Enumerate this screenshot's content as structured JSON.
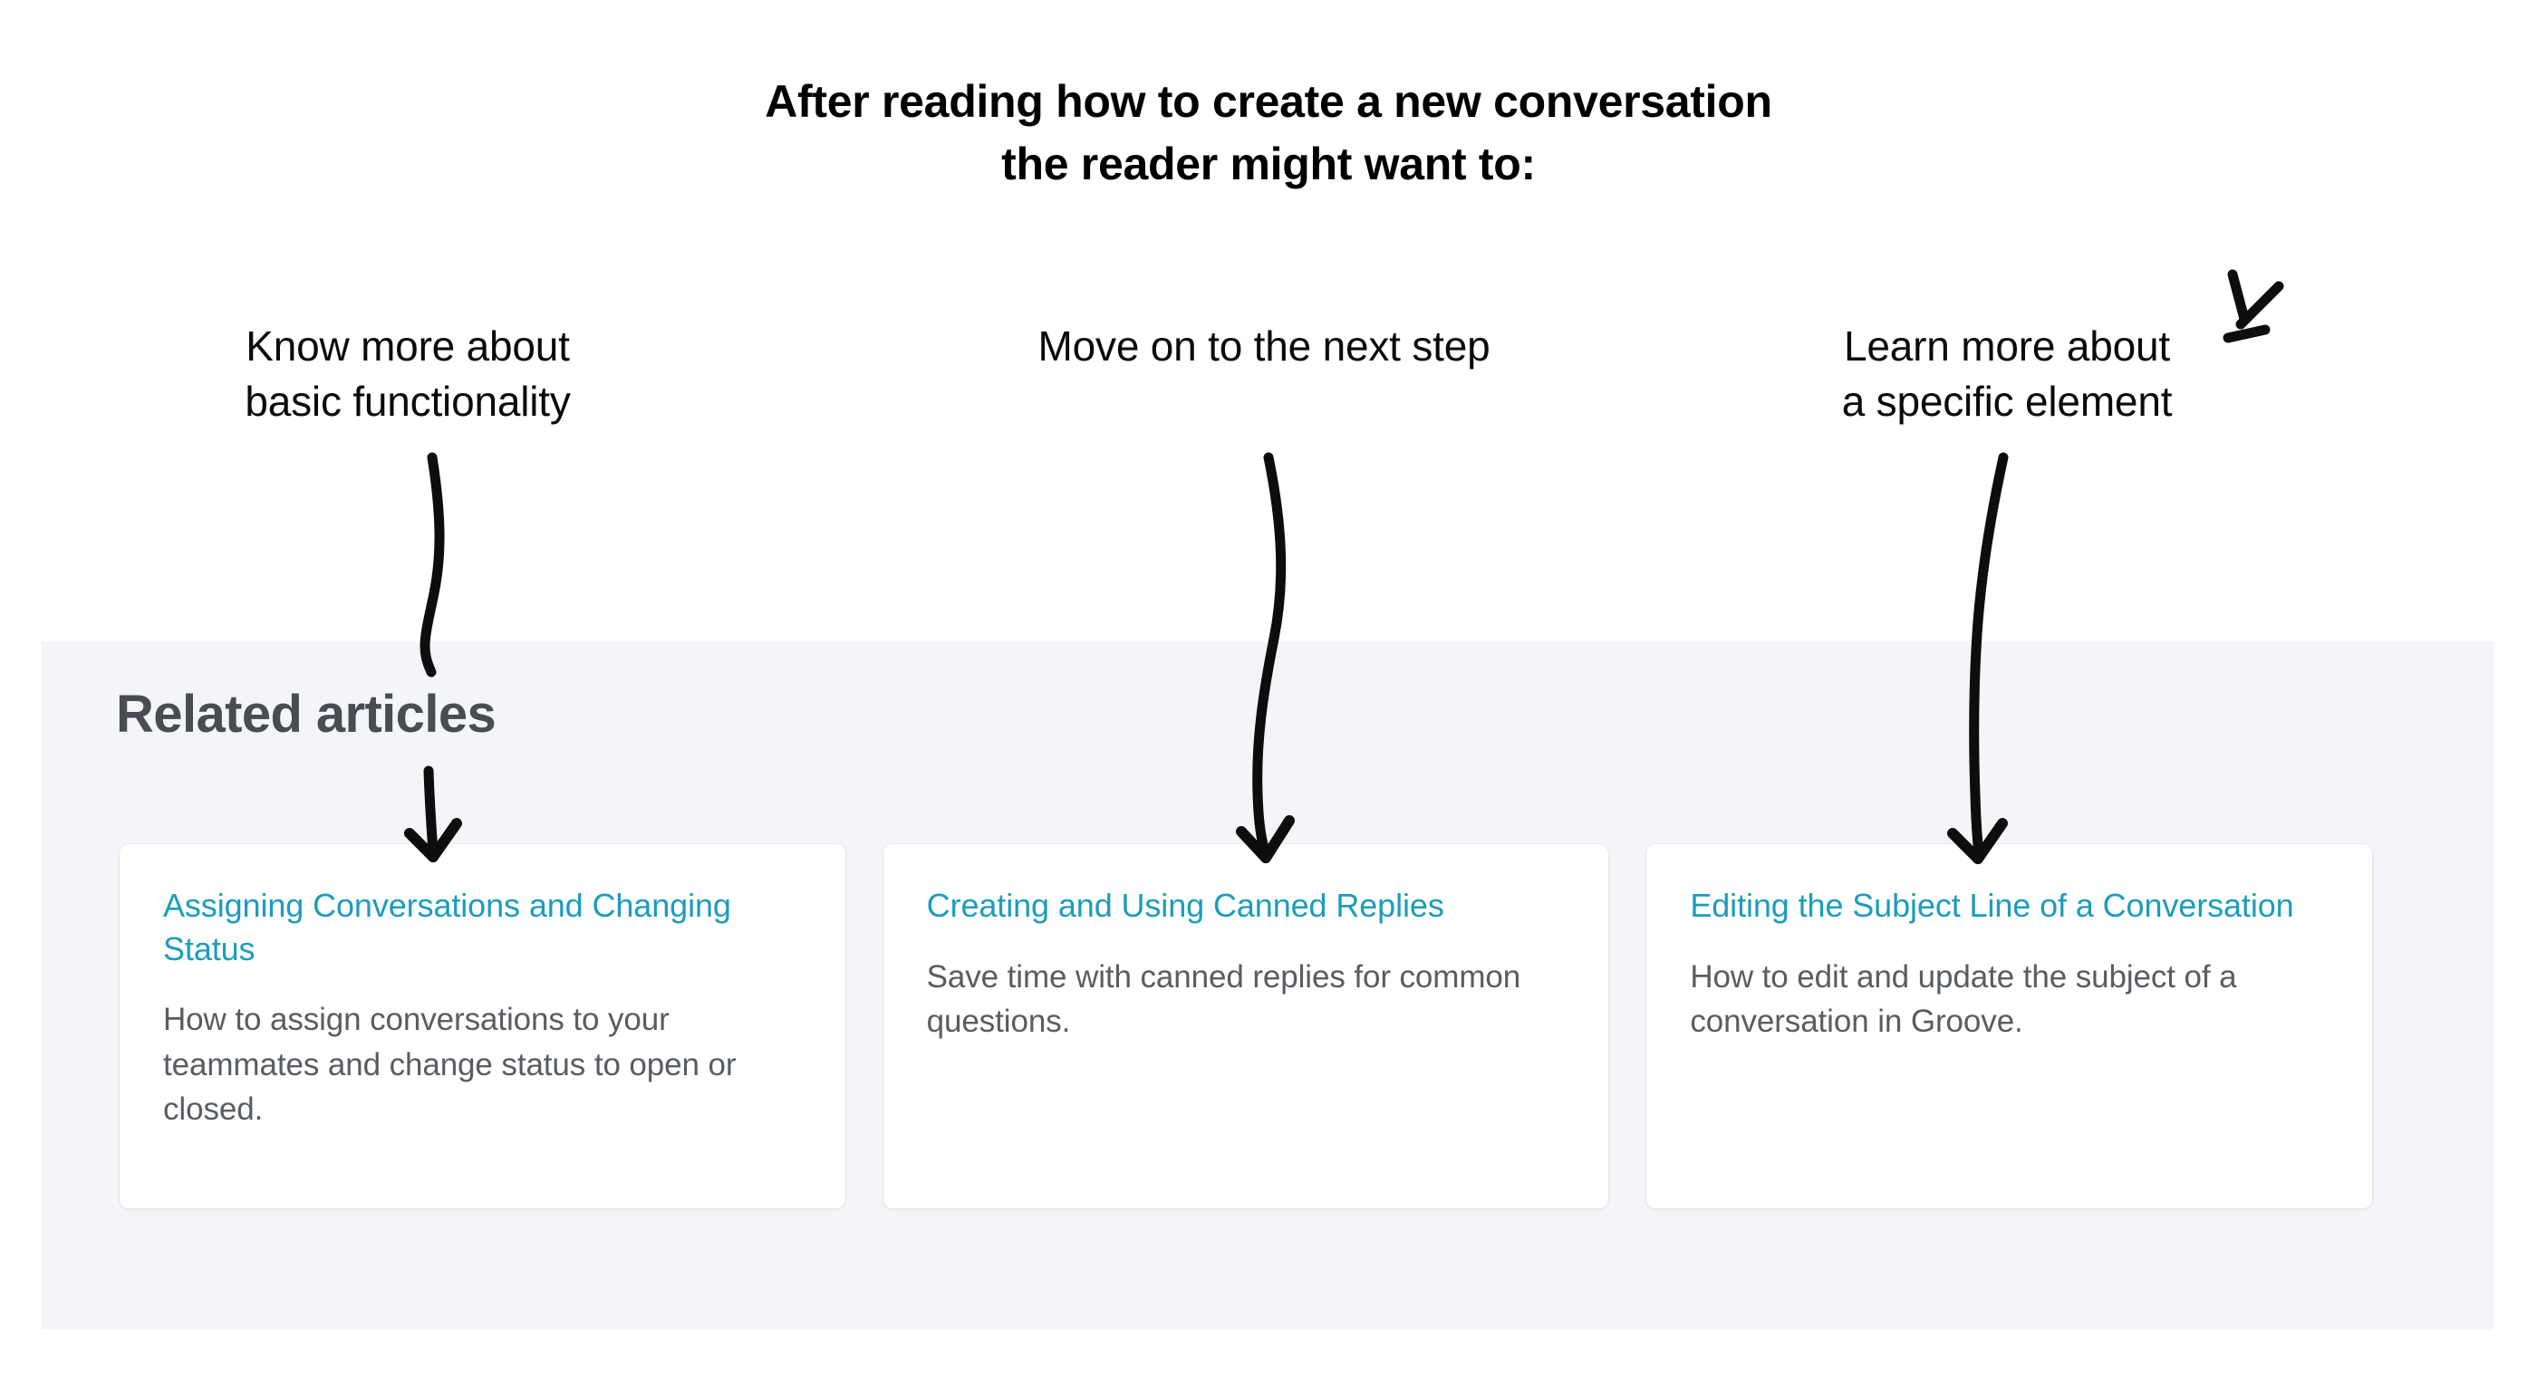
{
  "headline": "After reading how to create a new conversation\nthe reader might want to:",
  "annotations": [
    {
      "text": "Know more about\nbasic functionality",
      "arrow": "curved-down-arrow"
    },
    {
      "text": "Move on to the next step",
      "arrow": "curved-down-arrow"
    },
    {
      "text": "Learn more about\na specific element",
      "arrow": "curved-down-arrow",
      "decoration": "sparkle-marks"
    }
  ],
  "related": {
    "title": "Related articles",
    "panel_color": "#f4f5f9",
    "link_color": "#1c9cbd",
    "text_color": "#575d62",
    "cards": [
      {
        "title": "Assigning Conversations and Changing Status",
        "description": "How to assign conversations to your teammates and change status to open or closed."
      },
      {
        "title": "Creating and Using Canned Replies",
        "description": "Save time with canned replies for common questions."
      },
      {
        "title": "Editing the Subject Line of a Conversation",
        "description": "How to edit and update the subject of a conversation in Groove."
      }
    ]
  }
}
